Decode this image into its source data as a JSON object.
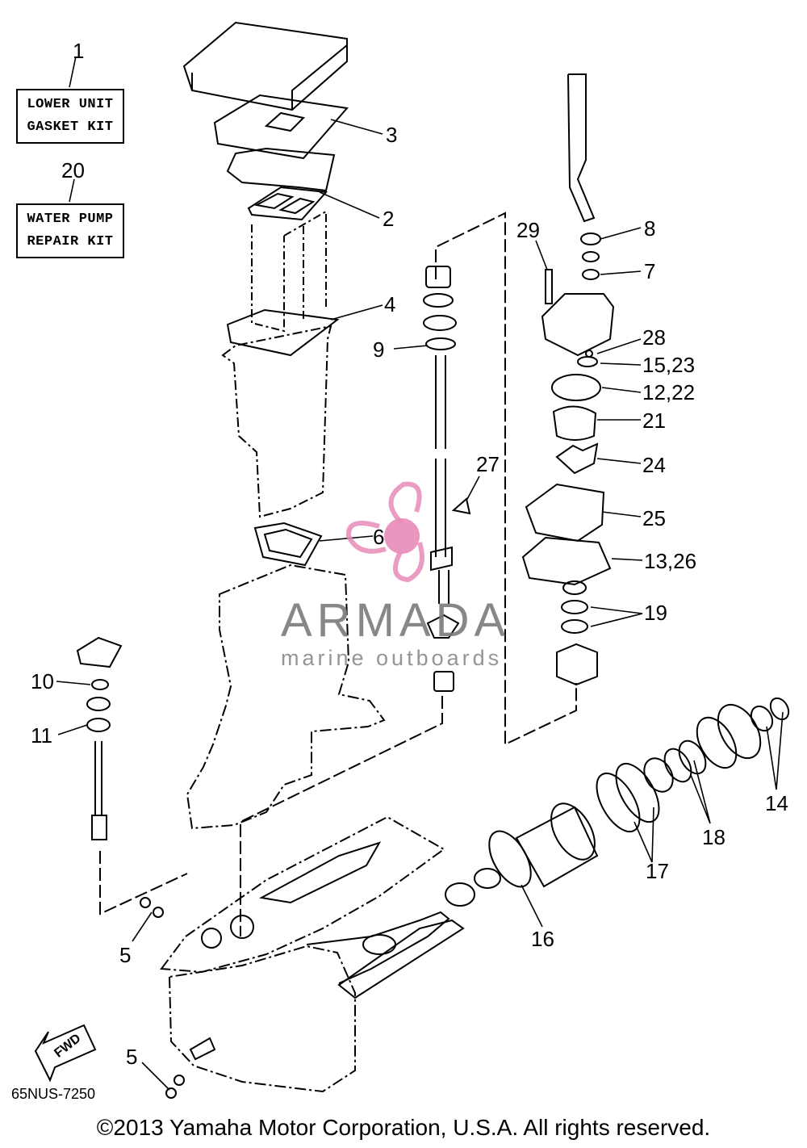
{
  "kits": {
    "lower_unit": {
      "number": "1",
      "line1": "LOWER UNIT",
      "line2": "GASKET KIT"
    },
    "water_pump": {
      "number": "20",
      "line1": "WATER PUMP",
      "line2": "REPAIR KIT"
    }
  },
  "callouts": {
    "c2": "2",
    "c3": "3",
    "c4": "4",
    "c5a": "5",
    "c5b": "5",
    "c6": "6",
    "c7": "7",
    "c8": "8",
    "c9": "9",
    "c10": "10",
    "c11": "11",
    "c12_22": "12,22",
    "c13_26": "13,26",
    "c14": "14",
    "c15_23": "15,23",
    "c16": "16",
    "c17": "17",
    "c18": "18",
    "c19": "19",
    "c21": "21",
    "c24": "24",
    "c25": "25",
    "c27": "27",
    "c28": "28",
    "c29": "29"
  },
  "fwd_label": "FWD",
  "diagram_code": "65NUS-7250",
  "watermark": {
    "brand": "ARMADA",
    "tagline": "marine outboards",
    "logo_color": "#e88bb8",
    "text_color": "#7b7b7b"
  },
  "copyright": "©2013 Yamaha Motor Corporation, U.S.A. All rights reserved."
}
